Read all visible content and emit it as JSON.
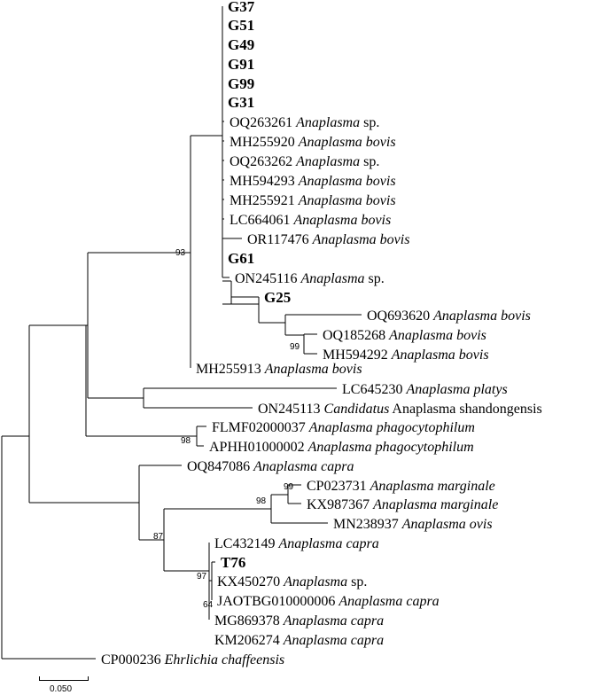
{
  "taxa": [
    {
      "id": "G37",
      "acc": "G37",
      "genus": "",
      "rest": "",
      "bold": true
    },
    {
      "id": "G51",
      "acc": "G51",
      "genus": "",
      "rest": "",
      "bold": true
    },
    {
      "id": "G49",
      "acc": "G49",
      "genus": "",
      "rest": "",
      "bold": true
    },
    {
      "id": "G91",
      "acc": "G91",
      "genus": "",
      "rest": "",
      "bold": true
    },
    {
      "id": "G99",
      "acc": "G99",
      "genus": "",
      "rest": "",
      "bold": true
    },
    {
      "id": "G31",
      "acc": "G31",
      "genus": "",
      "rest": "",
      "bold": true
    },
    {
      "id": "OQ263261",
      "acc": "OQ263261 ",
      "genus": "Anaplasma",
      "rest": " sp."
    },
    {
      "id": "MH255920",
      "acc": "MH255920 ",
      "genus": "Anaplasma bovis",
      "rest": ""
    },
    {
      "id": "OQ263262",
      "acc": "OQ263262 ",
      "genus": "Anaplasma",
      "rest": " sp."
    },
    {
      "id": "MH594293",
      "acc": "MH594293 ",
      "genus": "Anaplasma bovis",
      "rest": ""
    },
    {
      "id": "MH255921",
      "acc": "MH255921 ",
      "genus": "Anaplasma bovis",
      "rest": ""
    },
    {
      "id": "LC664061",
      "acc": "LC664061 ",
      "genus": "Anaplasma bovis",
      "rest": ""
    },
    {
      "id": "OR117476",
      "acc": "OR117476 ",
      "genus": "Anaplasma bovis",
      "rest": ""
    },
    {
      "id": "G61",
      "acc": "G61",
      "genus": "",
      "rest": "",
      "bold": true
    },
    {
      "id": "ON245116",
      "acc": "ON245116 ",
      "genus": "Anaplasma",
      "rest": " sp."
    },
    {
      "id": "G25",
      "acc": "G25",
      "genus": "",
      "rest": "",
      "bold": true
    },
    {
      "id": "OQ693620",
      "acc": "OQ693620 ",
      "genus": "Anaplasma bovis",
      "rest": ""
    },
    {
      "id": "OQ185268",
      "acc": "OQ185268 ",
      "genus": "Anaplasma bovis",
      "rest": ""
    },
    {
      "id": "MH594292",
      "acc": "MH594292 ",
      "genus": "Anaplasma bovis",
      "rest": ""
    },
    {
      "id": "MH255913",
      "acc": "MH255913 ",
      "genus": "Anaplasma bovis",
      "rest": ""
    },
    {
      "id": "LC645230",
      "acc": "LC645230 ",
      "genus": "Anaplasma platys",
      "rest": ""
    },
    {
      "id": "ON245113",
      "acc": "ON245113 ",
      "genus": "Candidatus",
      "rest": " Anaplasma shandongensis"
    },
    {
      "id": "FLMF02000037",
      "acc": "FLMF02000037 ",
      "genus": "Anaplasma phagocytophilum",
      "rest": ""
    },
    {
      "id": "APHH01000002",
      "acc": "APHH01000002 ",
      "genus": "Anaplasma phagocytophilum",
      "rest": ""
    },
    {
      "id": "OQ847086",
      "acc": "OQ847086 ",
      "genus": "Anaplasma capra",
      "rest": ""
    },
    {
      "id": "CP023731",
      "acc": "CP023731 ",
      "genus": "Anaplasma marginale",
      "rest": ""
    },
    {
      "id": "KX987367",
      "acc": "KX987367 ",
      "genus": "Anaplasma marginale",
      "rest": ""
    },
    {
      "id": "MN238937",
      "acc": "MN238937 ",
      "genus": "Anaplasma ovis",
      "rest": ""
    },
    {
      "id": "LC432149",
      "acc": "LC432149 ",
      "genus": "Anaplasma capra",
      "rest": ""
    },
    {
      "id": "T76",
      "acc": "T76",
      "genus": "",
      "rest": "",
      "bold": true
    },
    {
      "id": "KX450270",
      "acc": "KX450270 ",
      "genus": "Anaplasma",
      "rest": " sp."
    },
    {
      "id": "JAOTBG010000006",
      "acc": "JAOTBG010000006 ",
      "genus": "Anaplasma capra",
      "rest": ""
    },
    {
      "id": "MG869378",
      "acc": "MG869378 ",
      "genus": "Anaplasma capra",
      "rest": ""
    },
    {
      "id": "KM206274",
      "acc": "KM206274 ",
      "genus": "Anaplasma capra",
      "rest": ""
    },
    {
      "id": "CP000236",
      "acc": "CP000236 ",
      "genus": "Ehrlichia chaffeensis",
      "rest": ""
    }
  ],
  "bootstrap": [
    {
      "node": "bovis-clade",
      "value": "93"
    },
    {
      "node": "OQ185268+MH594292",
      "value": "99"
    },
    {
      "node": "phagocytophilum",
      "value": "98"
    },
    {
      "node": "marginale-pair",
      "value": "99"
    },
    {
      "node": "marginale-ovis",
      "value": "98"
    },
    {
      "node": "capra-marginale",
      "value": "87"
    },
    {
      "node": "capra-core",
      "value": "97"
    },
    {
      "node": "capra-inner",
      "value": "64"
    }
  ],
  "scale_bar": {
    "label": "0.050"
  }
}
